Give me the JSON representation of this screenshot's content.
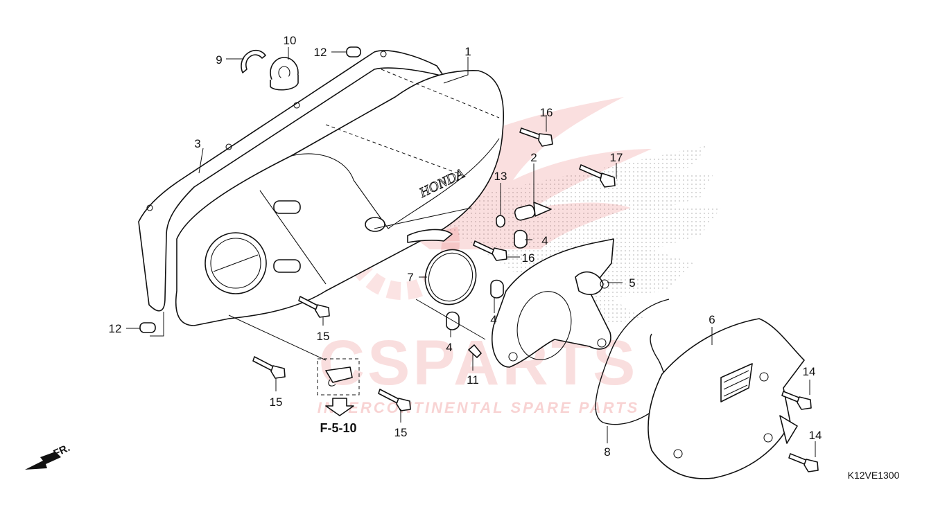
{
  "watermark": {
    "brand": "CSPARTS",
    "tagline": "INTERCONTINENTAL SPARE PARTS",
    "brand_color": "#e03a3a"
  },
  "diagram": {
    "cover_logo": "HONDA",
    "reference": "F-5-10",
    "front_marker": "FR.",
    "drawing_code": "K12VE1300"
  },
  "callouts": [
    {
      "id": "c1",
      "text": "1"
    },
    {
      "id": "c2",
      "text": "2"
    },
    {
      "id": "c3",
      "text": "3"
    },
    {
      "id": "c4a",
      "text": "4"
    },
    {
      "id": "c4b",
      "text": "4"
    },
    {
      "id": "c4c",
      "text": "4"
    },
    {
      "id": "c5",
      "text": "5"
    },
    {
      "id": "c6",
      "text": "6"
    },
    {
      "id": "c7",
      "text": "7"
    },
    {
      "id": "c8",
      "text": "8"
    },
    {
      "id": "c9",
      "text": "9"
    },
    {
      "id": "c10",
      "text": "10"
    },
    {
      "id": "c11",
      "text": "11"
    },
    {
      "id": "c12a",
      "text": "12"
    },
    {
      "id": "c12b",
      "text": "12"
    },
    {
      "id": "c13",
      "text": "13"
    },
    {
      "id": "c14a",
      "text": "14"
    },
    {
      "id": "c14b",
      "text": "14"
    },
    {
      "id": "c15a",
      "text": "15"
    },
    {
      "id": "c15b",
      "text": "15"
    },
    {
      "id": "c15c",
      "text": "15"
    },
    {
      "id": "c16a",
      "text": "16"
    },
    {
      "id": "c16b",
      "text": "16"
    },
    {
      "id": "c17",
      "text": "17"
    }
  ]
}
